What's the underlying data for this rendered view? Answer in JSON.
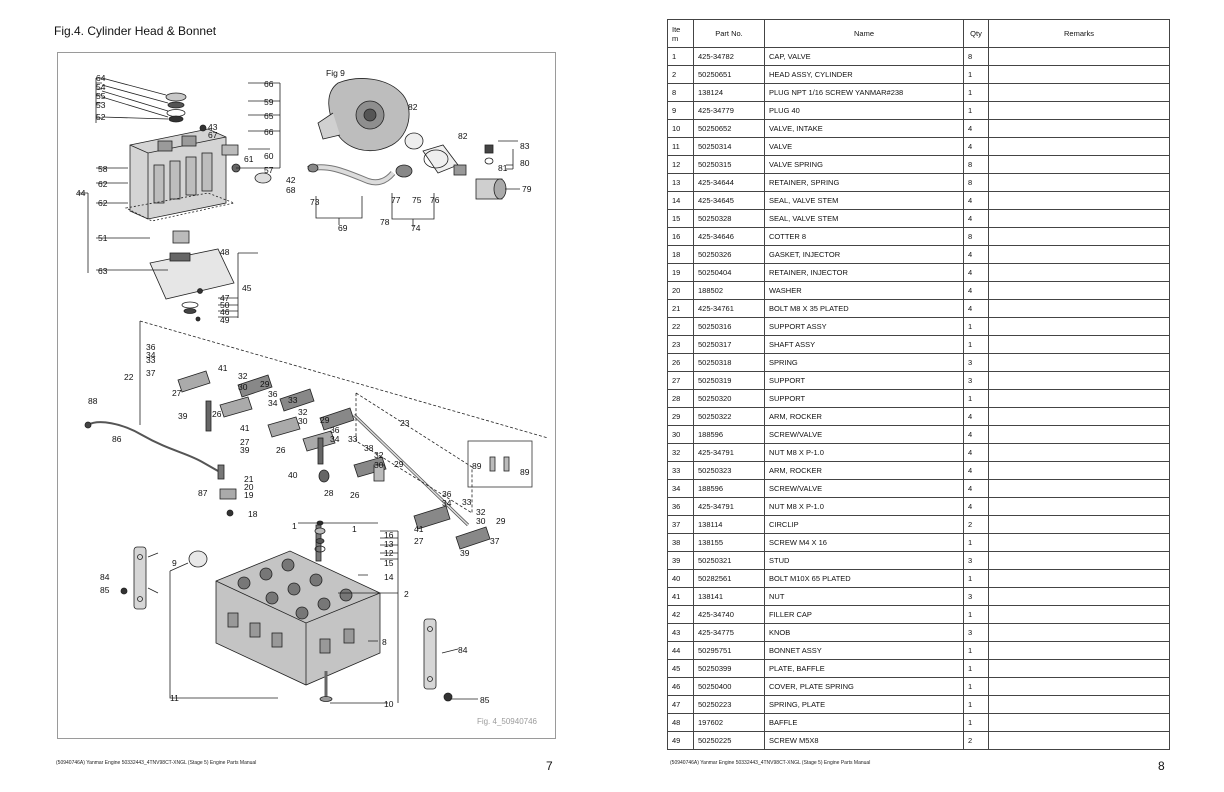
{
  "left_page": {
    "title": "Fig.4. Cylinder Head & Bonnet",
    "figure_watermark": "Fig. 4_50940746",
    "footer": "(50940746A) Yanmar Engine 50332443_4TNV98CT-XNGL (Stage 5) Engine Parts Manual",
    "page_number": "7"
  },
  "figure_callouts": {
    "fig9": "Fig 9",
    "n1": "1",
    "n2": "2",
    "n8": "8",
    "n9": "9",
    "n10": "10",
    "n11": "11",
    "n12": "12",
    "n13": "13",
    "n14": "14",
    "n15": "15",
    "n16": "16",
    "n18": "18",
    "n19": "19",
    "n20": "20",
    "n21": "21",
    "n22": "22",
    "n23": "23",
    "n26": "26",
    "n27": "27",
    "n28": "28",
    "n29": "29",
    "n30": "30",
    "n32": "32",
    "n33": "33",
    "n34": "34",
    "n36": "36",
    "n37": "37",
    "n38": "38",
    "n39": "39",
    "n40": "40",
    "n41": "41",
    "n42": "42",
    "n43": "43",
    "n44": "44",
    "n45": "45",
    "n46": "46",
    "n47": "47",
    "n48": "48",
    "n49": "49",
    "n50": "50",
    "n51": "51",
    "n52": "52",
    "n53": "53",
    "n54": "54",
    "n55": "55",
    "n57": "57",
    "n58": "58",
    "n59": "59",
    "n60": "60",
    "n61": "61",
    "n62": "62",
    "n63": "63",
    "n64": "64",
    "n65": "65",
    "n66": "66",
    "n67": "67",
    "n68": "68",
    "n69": "69",
    "n73": "73",
    "n74": "74",
    "n75": "75",
    "n76": "76",
    "n77": "77",
    "n78": "78",
    "n79": "79",
    "n80": "80",
    "n81": "81",
    "n82": "82",
    "n83": "83",
    "n84": "84",
    "n85": "85",
    "n86": "86",
    "n87": "87",
    "n88": "88",
    "n89": "89"
  },
  "right_page": {
    "footer": "(50940746A) Yanmar Engine 50332443_4TNV98CT-XNGL (Stage 5) Engine Parts Manual",
    "page_number": "8",
    "table": {
      "headers": {
        "item_line1": "Ite",
        "item_line2": "m",
        "part_no": "Part No.",
        "name": "Name",
        "qty": "Qty",
        "remarks": "Remarks"
      },
      "rows": [
        {
          "item": "1",
          "part": "425-34782",
          "name": "CAP, VALVE",
          "qty": "8",
          "remarks": ""
        },
        {
          "item": "2",
          "part": "50250651",
          "name": "HEAD ASSY, CYLINDER",
          "qty": "1",
          "remarks": ""
        },
        {
          "item": "8",
          "part": "138124",
          "name": "PLUG NPT 1/16 SCREW     YANMAR#238",
          "qty": "1",
          "remarks": ""
        },
        {
          "item": "9",
          "part": "425-34779",
          "name": "PLUG 40",
          "qty": "1",
          "remarks": ""
        },
        {
          "item": "10",
          "part": "50250652",
          "name": "VALVE, INTAKE",
          "qty": "4",
          "remarks": ""
        },
        {
          "item": "11",
          "part": "50250314",
          "name": "VALVE",
          "qty": "4",
          "remarks": ""
        },
        {
          "item": "12",
          "part": "50250315",
          "name": "VALVE SPRING",
          "qty": "8",
          "remarks": ""
        },
        {
          "item": "13",
          "part": "425-34644",
          "name": "RETAINER, SPRING",
          "qty": "8",
          "remarks": ""
        },
        {
          "item": "14",
          "part": "425-34645",
          "name": "SEAL, VALVE STEM",
          "qty": "4",
          "remarks": ""
        },
        {
          "item": "15",
          "part": "50250328",
          "name": "SEAL, VALVE STEM",
          "qty": "4",
          "remarks": ""
        },
        {
          "item": "16",
          "part": "425-34646",
          "name": "COTTER 8",
          "qty": "8",
          "remarks": ""
        },
        {
          "item": "18",
          "part": "50250326",
          "name": "GASKET, INJECTOR",
          "qty": "4",
          "remarks": ""
        },
        {
          "item": "19",
          "part": "50250404",
          "name": "RETAINER, INJECTOR",
          "qty": "4",
          "remarks": ""
        },
        {
          "item": "20",
          "part": "188502",
          "name": "WASHER",
          "qty": "4",
          "remarks": ""
        },
        {
          "item": "21",
          "part": "425-34761",
          "name": "BOLT M8 X 35 PLATED",
          "qty": "4",
          "remarks": ""
        },
        {
          "item": "22",
          "part": "50250316",
          "name": "SUPPORT ASSY",
          "qty": "1",
          "remarks": ""
        },
        {
          "item": "23",
          "part": "50250317",
          "name": "SHAFT ASSY",
          "qty": "1",
          "remarks": ""
        },
        {
          "item": "26",
          "part": "50250318",
          "name": "SPRING",
          "qty": "3",
          "remarks": ""
        },
        {
          "item": "27",
          "part": "50250319",
          "name": "SUPPORT",
          "qty": "3",
          "remarks": ""
        },
        {
          "item": "28",
          "part": "50250320",
          "name": "SUPPORT",
          "qty": "1",
          "remarks": ""
        },
        {
          "item": "29",
          "part": "50250322",
          "name": "ARM, ROCKER",
          "qty": "4",
          "remarks": ""
        },
        {
          "item": "30",
          "part": "188596",
          "name": "SCREW/VALVE",
          "qty": "4",
          "remarks": ""
        },
        {
          "item": "32",
          "part": "425-34791",
          "name": "NUT M8 X P-1.0",
          "qty": "4",
          "remarks": ""
        },
        {
          "item": "33",
          "part": "50250323",
          "name": "ARM, ROCKER",
          "qty": "4",
          "remarks": ""
        },
        {
          "item": "34",
          "part": "188596",
          "name": "SCREW/VALVE",
          "qty": "4",
          "remarks": ""
        },
        {
          "item": "36",
          "part": "425-34791",
          "name": "NUT M8 X P-1.0",
          "qty": "4",
          "remarks": ""
        },
        {
          "item": "37",
          "part": "138114",
          "name": "CIRCLIP",
          "qty": "2",
          "remarks": ""
        },
        {
          "item": "38",
          "part": "138155",
          "name": "SCREW M4 X 16",
          "qty": "1",
          "remarks": ""
        },
        {
          "item": "39",
          "part": "50250321",
          "name": "STUD",
          "qty": "3",
          "remarks": ""
        },
        {
          "item": "40",
          "part": "50282561",
          "name": "BOLT M10X 65 PLATED",
          "qty": "1",
          "remarks": ""
        },
        {
          "item": "41",
          "part": "138141",
          "name": "NUT",
          "qty": "3",
          "remarks": ""
        },
        {
          "item": "42",
          "part": "425-34740",
          "name": "FILLER CAP",
          "qty": "1",
          "remarks": ""
        },
        {
          "item": "43",
          "part": "425-34775",
          "name": "KNOB",
          "qty": "3",
          "remarks": ""
        },
        {
          "item": "44",
          "part": "50295751",
          "name": "BONNET ASSY",
          "qty": "1",
          "remarks": ""
        },
        {
          "item": "45",
          "part": "50250399",
          "name": "PLATE, BAFFLE",
          "qty": "1",
          "remarks": ""
        },
        {
          "item": "46",
          "part": "50250400",
          "name": "COVER, PLATE SPRING",
          "qty": "1",
          "remarks": ""
        },
        {
          "item": "47",
          "part": "50250223",
          "name": "SPRING, PLATE",
          "qty": "1",
          "remarks": ""
        },
        {
          "item": "48",
          "part": "197602",
          "name": "BAFFLE",
          "qty": "1",
          "remarks": ""
        },
        {
          "item": "49",
          "part": "50250225",
          "name": "SCREW M5X8",
          "qty": "2",
          "remarks": ""
        }
      ]
    }
  }
}
